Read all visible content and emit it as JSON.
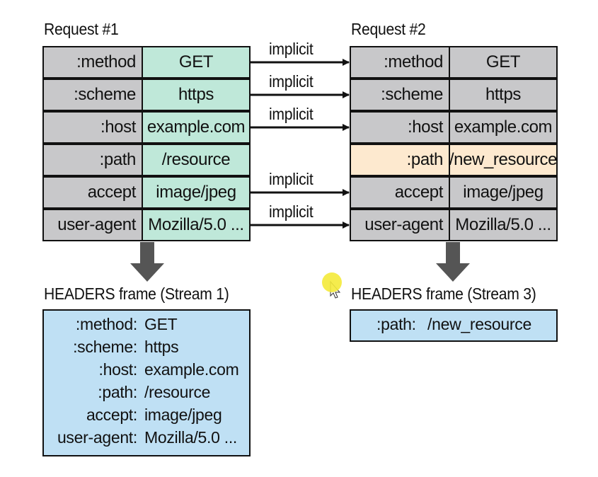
{
  "request1": {
    "title": "Request #1",
    "rows": [
      {
        "key": ":method",
        "value": "GET"
      },
      {
        "key": ":scheme",
        "value": "https"
      },
      {
        "key": ":host",
        "value": "example.com"
      },
      {
        "key": ":path",
        "value": "/resource"
      },
      {
        "key": "accept",
        "value": "image/jpeg"
      },
      {
        "key": "user-agent",
        "value": "Mozilla/5.0 ..."
      }
    ]
  },
  "request2": {
    "title": "Request #2",
    "rows": [
      {
        "key": ":method",
        "value": "GET"
      },
      {
        "key": ":scheme",
        "value": "https"
      },
      {
        "key": ":host",
        "value": "example.com"
      },
      {
        "key": ":path",
        "value": "/new_resource"
      },
      {
        "key": "accept",
        "value": "image/jpeg"
      },
      {
        "key": "user-agent",
        "value": "Mozilla/5.0 ..."
      }
    ]
  },
  "arrows": {
    "label": "implicit"
  },
  "frame1": {
    "title": "HEADERS frame (Stream 1)",
    "rows": [
      {
        "key": ":method:",
        "value": "GET"
      },
      {
        "key": ":scheme:",
        "value": "https"
      },
      {
        "key": ":host:",
        "value": "example.com"
      },
      {
        "key": ":path:",
        "value": "/resource"
      },
      {
        "key": "accept:",
        "value": "image/jpeg"
      },
      {
        "key": "user-agent:",
        "value": "Mozilla/5.0 ..."
      }
    ]
  },
  "frame3": {
    "title": "HEADERS frame (Stream 3)",
    "row": {
      "key": ":path:",
      "value": "/new_resource"
    }
  },
  "colors": {
    "key_gray": "#c8c8ca",
    "value_green": "#bfe8d9",
    "changed_orange": "#fde9cf",
    "frame_blue": "#bfe0f4",
    "down_arrow": "#555555"
  }
}
